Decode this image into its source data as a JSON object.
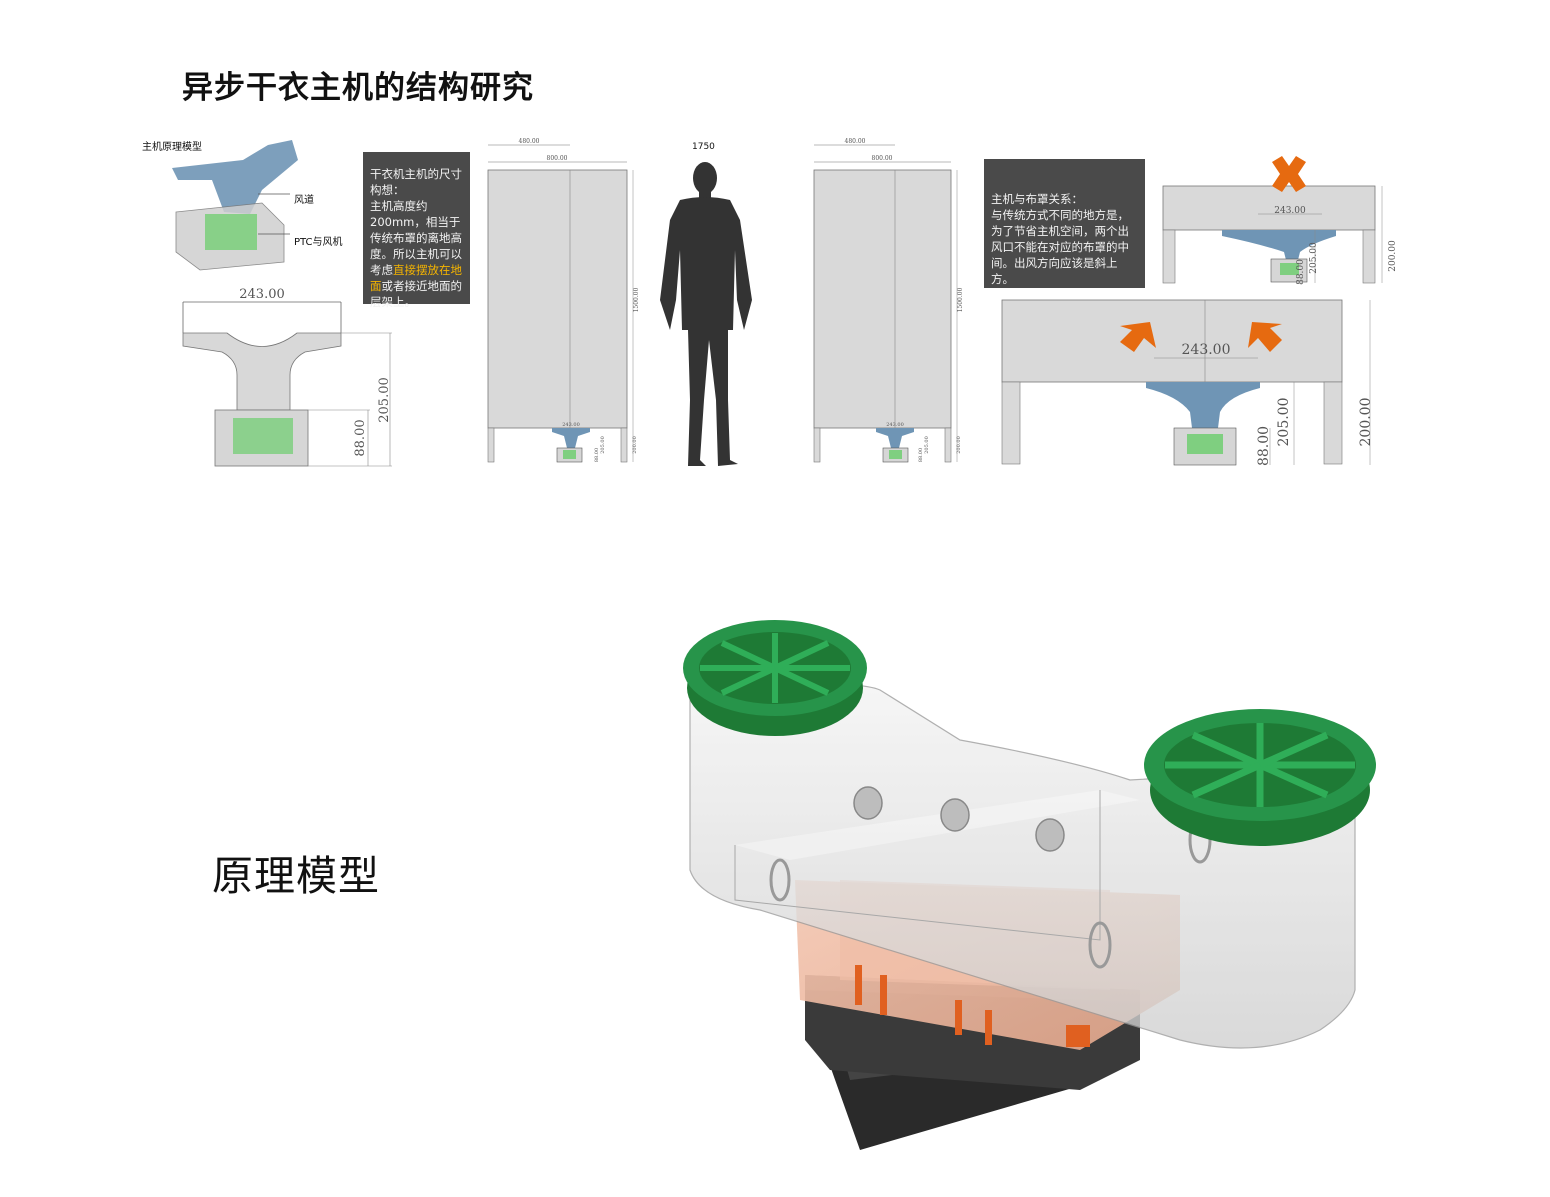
{
  "header": {
    "title": "异步干衣主机的结构研究"
  },
  "section2": {
    "title": "原理模型"
  },
  "principle": {
    "model_label": "主机原理模型",
    "duct_label": "风道",
    "ptc_label": "PTC与风机",
    "dim_width": "243.00",
    "dim_total_height": "205.00",
    "dim_base_height": "88.00"
  },
  "note1": {
    "line1": "干衣机主机的尺寸构想：",
    "line2": "主机高度约200mm，相当于传统布罩的离地高度。所以主机可以考虑",
    "highlight": "直接摆放在地面",
    "line3": "或者接近地面的层架上。"
  },
  "cabinet_left": {
    "dim_top1": "480.00",
    "dim_top2": "800.00",
    "dim_height": "1500.00",
    "dim_inner": "243.00",
    "dim_a": "88.00",
    "dim_b": "205.00",
    "dim_c": "200.00"
  },
  "person": {
    "height_label": "1750"
  },
  "cabinet_right": {
    "dim_top1": "480.00",
    "dim_top2": "800.00",
    "dim_height": "1500.00",
    "dim_inner": "243.00",
    "dim_a": "88.00",
    "dim_b": "205.00",
    "dim_c": "200.00"
  },
  "note2": {
    "line1": "主机与布罩关系：",
    "line2": "与传统方式不同的地方是，为了节省主机空间，两个出风口不能在对应的布罩的中间。出风方向应该是斜上方。"
  },
  "relation_small": {
    "dim_width": "243.00",
    "dim_a": "88.00",
    "dim_b": "205.00",
    "dim_c": "200.00"
  },
  "relation_large": {
    "dim_width": "243.00",
    "dim_a": "88.00",
    "dim_b": "205.00",
    "dim_c": "200.00"
  },
  "colors": {
    "duct": "#6f95b5",
    "ptc": "#7fcf80",
    "box": "#d6d6d6",
    "note_bg": "#4a4a4a",
    "highlight": "#f5b400",
    "arrow": "#e66a10",
    "fan_ring": "#1e7a35",
    "heater": "#e9b39a"
  }
}
